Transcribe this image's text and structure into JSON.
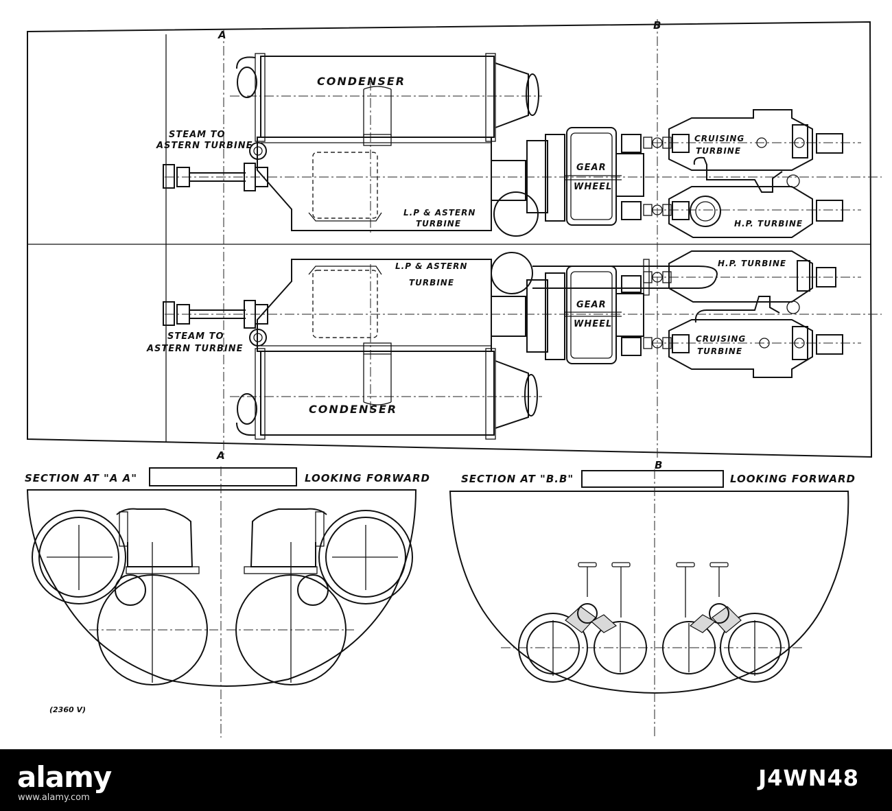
{
  "labels": {
    "marker_a": "A",
    "marker_b": "B",
    "condenser": "CONDENSER",
    "steam_to": "STEAM TO",
    "astern_turbine": "ASTERN TURBINE",
    "lp_astern_1": "L.P & ASTERN",
    "lp_astern_2": "TURBINE",
    "gear": "GEAR",
    "wheel": "WHEEL",
    "cruising": "CRUISING",
    "turbine": "TURBINE",
    "hp_turbine": "H.P. TURBINE"
  },
  "sections": {
    "aa_title": "SECTION AT \"A A\"",
    "bb_title": "SECTION AT \"B.B\"",
    "looking_forward": "LOOKING FORWARD"
  },
  "drawing_ref": "(2360 V)",
  "watermark": {
    "brand": "alamy",
    "url": "www.alamy.com",
    "image_id": "J4WN48"
  },
  "colors": {
    "ink": "#111111",
    "paper": "#ffffff",
    "watermark_bar": "#000000"
  }
}
